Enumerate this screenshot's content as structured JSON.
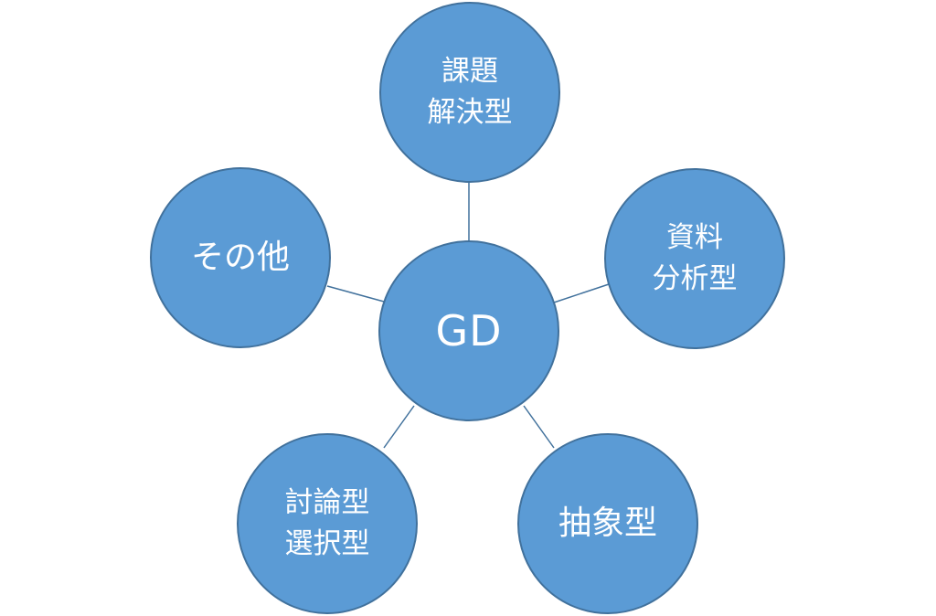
{
  "diagram": {
    "center": {
      "label": "GD"
    },
    "nodes": [
      {
        "id": "top",
        "lines": [
          "課題",
          "解決型"
        ]
      },
      {
        "id": "right",
        "lines": [
          "資料",
          "分析型"
        ]
      },
      {
        "id": "left",
        "lines": [
          "その他"
        ]
      },
      {
        "id": "bottom-left",
        "lines": [
          "討論型",
          "選択型"
        ]
      },
      {
        "id": "bottom-right",
        "lines": [
          "抽象型"
        ]
      }
    ],
    "colors": {
      "node_fill": "#5b9bd5",
      "node_border": "#41719c",
      "connector": "#41719c",
      "text": "#ffffff"
    }
  }
}
